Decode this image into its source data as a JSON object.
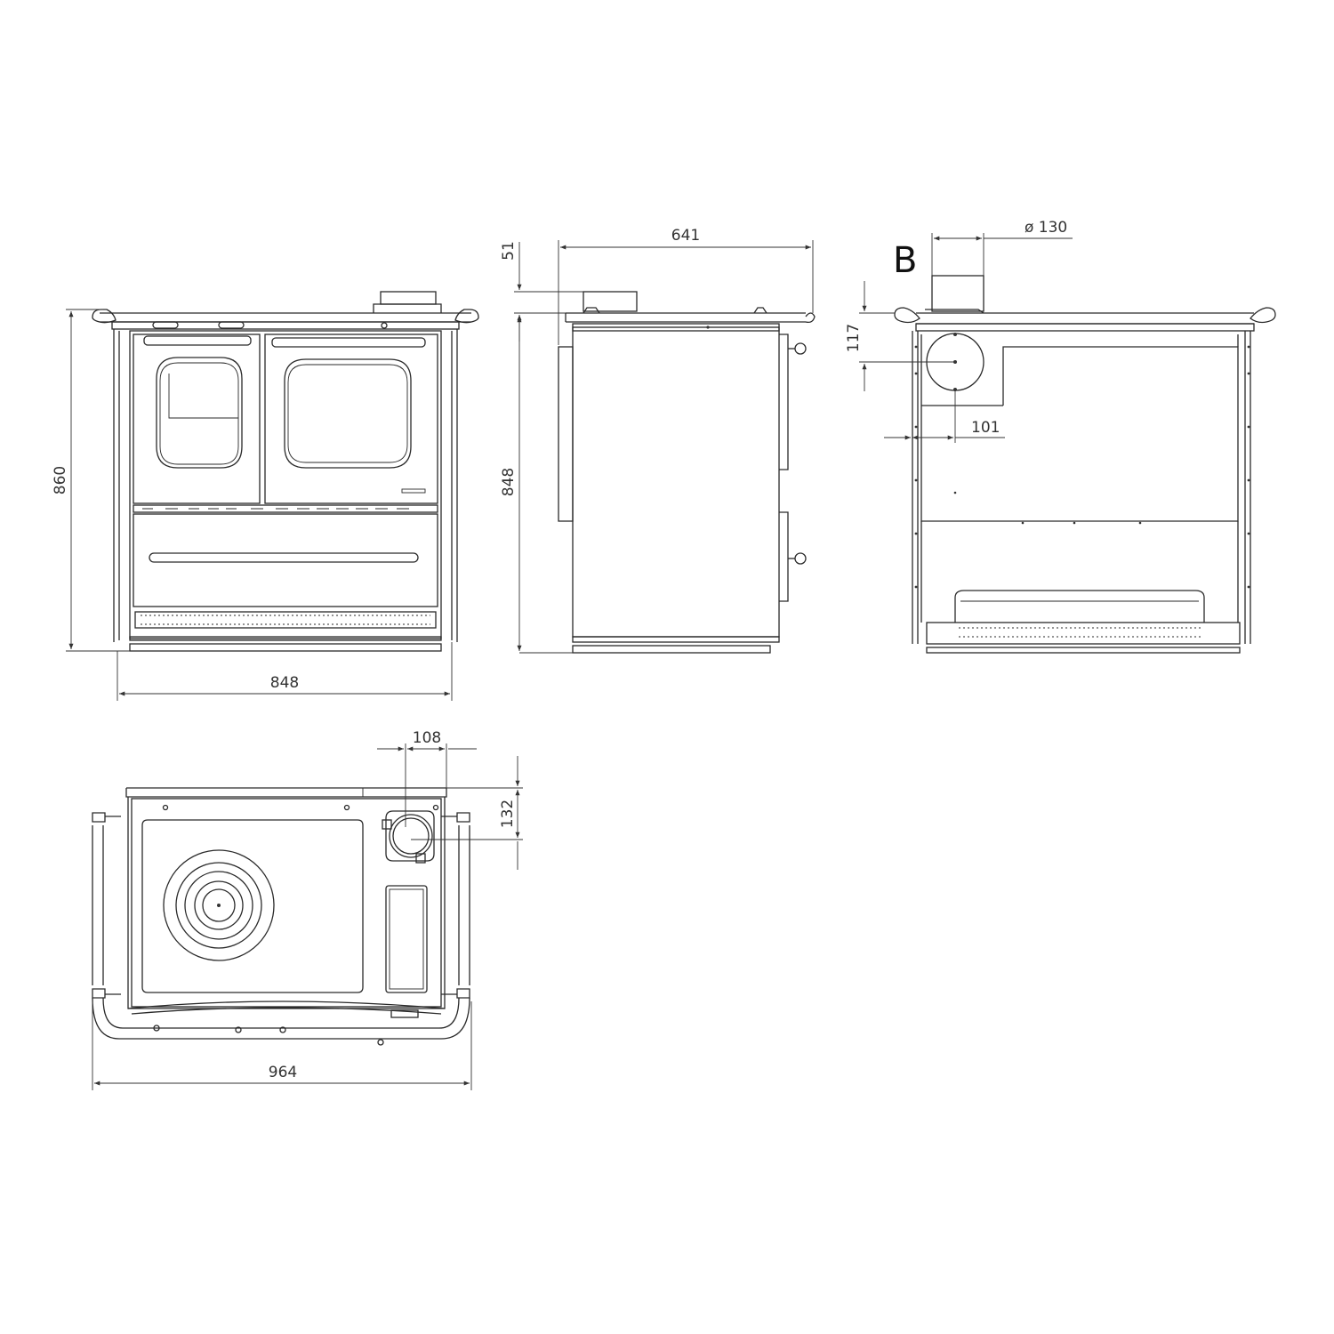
{
  "front_view": {
    "height_label": "860",
    "width_label": "848"
  },
  "side_view": {
    "depth_label": "641",
    "height_label": "848",
    "top_offset_label": "51"
  },
  "rear_view": {
    "view_label": "B",
    "flue_diameter_label": "ø 130",
    "flue_height_label": "117",
    "flue_offset_label": "101"
  },
  "top_view": {
    "flue_x_label": "108",
    "flue_y_label": "132",
    "overall_width_label": "964"
  },
  "colors": {
    "line": "#2a2a2a",
    "background": "#ffffff"
  }
}
